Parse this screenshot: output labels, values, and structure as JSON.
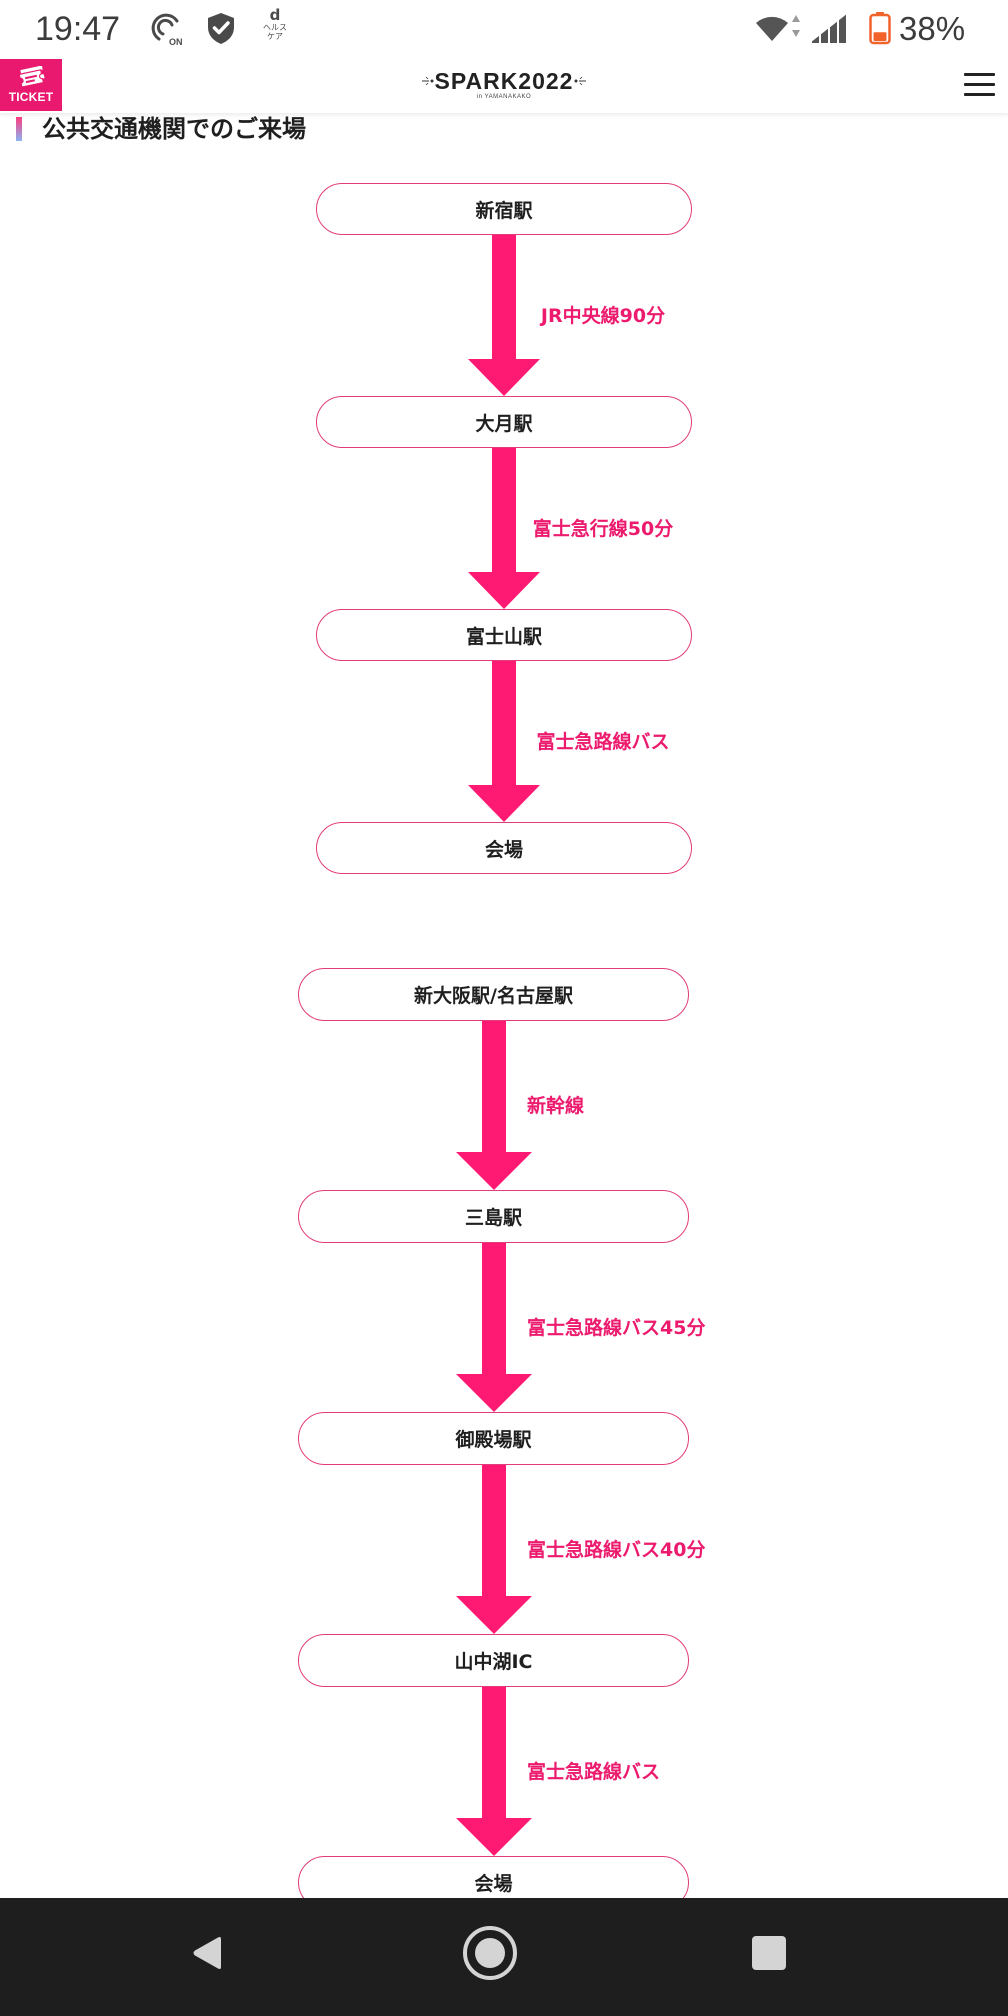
{
  "status_bar": {
    "time": "19:47",
    "notification_icons": [
      {
        "icon": "nfc-on-icon",
        "label": "ON"
      },
      {
        "icon": "shield-check-icon"
      },
      {
        "icon": "d-healthcare-icon",
        "letter": "d",
        "lines": [
          "ヘルス",
          "ケア"
        ]
      }
    ],
    "system_icons": [
      "wifi-icon",
      "data-activity-icon",
      "cell-signal-icon",
      "battery-icon"
    ],
    "battery_percent": "38%",
    "battery_level": 0.38
  },
  "header": {
    "ticket_icon": "ticket-icon",
    "ticket_label": "TICKET",
    "logo": {
      "main": "SPARK2022",
      "sub": "in YAMANAKAKO"
    },
    "menu_icon": "hamburger-menu-icon"
  },
  "section": {
    "heading": "公共交通機関でのご来場"
  },
  "routes": [
    {
      "stations": [
        "新宿駅",
        "大月駅",
        "富士山駅",
        "会場"
      ],
      "legs": [
        "JR中央線90分",
        "富士急行線50分",
        "富士急路線バス"
      ]
    },
    {
      "stations": [
        "新大阪駅/名古屋駅",
        "三島駅",
        "御殿場駅",
        "山中湖IC",
        "会場"
      ],
      "legs": [
        "新幹線",
        "富士急路線バス45分",
        "富士急路線バス40分",
        "富士急路線バス"
      ]
    }
  ],
  "nav_bar": {
    "buttons": [
      {
        "icon": "back-icon"
      },
      {
        "icon": "home-icon"
      },
      {
        "icon": "recent-apps-icon"
      }
    ]
  },
  "colors": {
    "accent_pink": "#fe1a73",
    "label_pink": "#ec1b6e",
    "box_border": "#e23c7b",
    "ticket_bg": "#e8196e",
    "heading_bar_top": "#ff3b80",
    "heading_bar_bottom": "#8ab2f2",
    "nav_bar_bg": "#1e1e1e",
    "battery": "#f2632c"
  }
}
